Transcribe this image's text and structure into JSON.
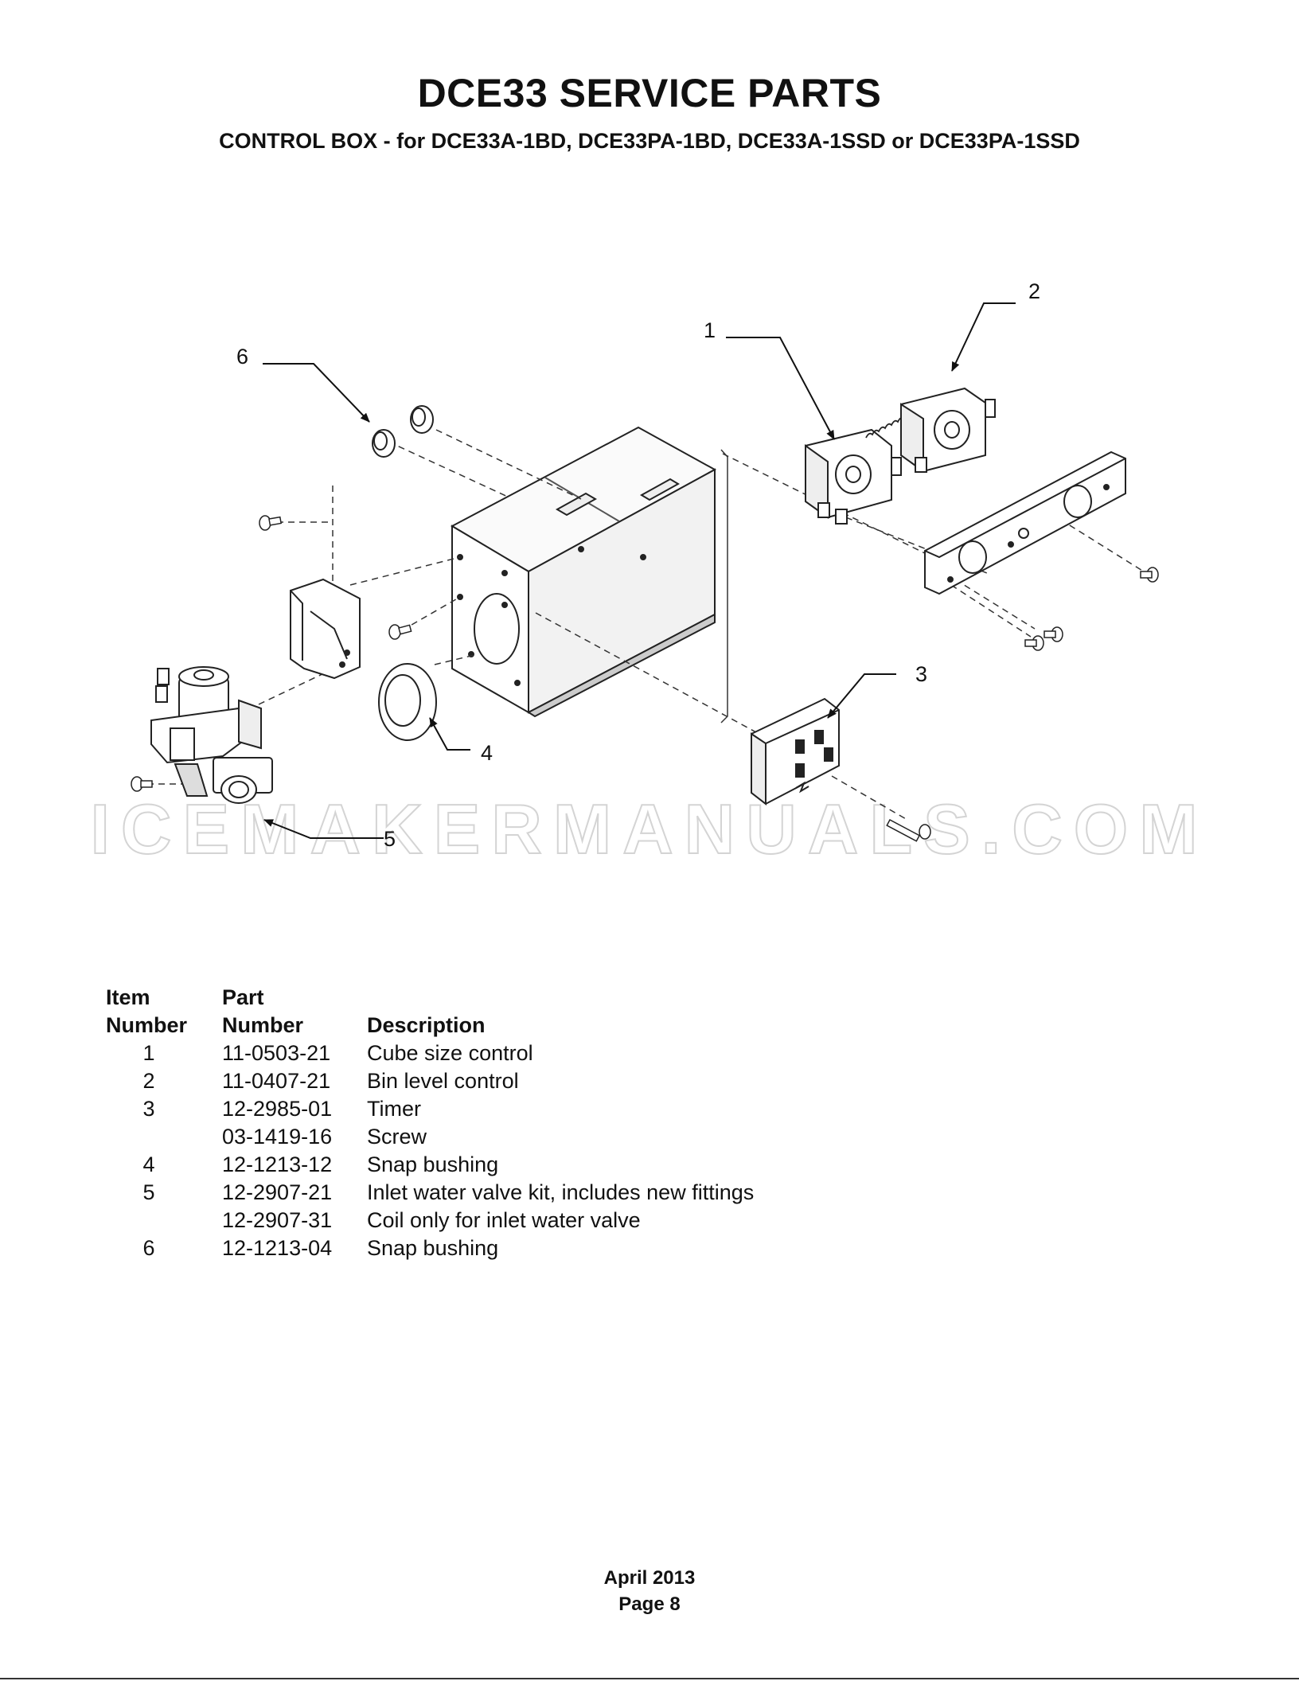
{
  "header": {
    "title": "DCE33 SERVICE PARTS",
    "subtitle": "CONTROL BOX - for DCE33A-1BD, DCE33PA-1BD, DCE33A-1SSD or DCE33PA-1SSD"
  },
  "diagram": {
    "callouts": [
      "1",
      "2",
      "3",
      "4",
      "5",
      "6"
    ],
    "watermark": "ICEMAKERMANUALS.COM"
  },
  "parts_list": {
    "headers": {
      "item_line1": "Item",
      "item_line2": "Number",
      "part_line1": "Part",
      "part_line2": "Number",
      "description": "Description"
    },
    "rows": [
      {
        "item": "1",
        "part": "11-0503-21",
        "description": "Cube size control"
      },
      {
        "item": "2",
        "part": "11-0407-21",
        "description": "Bin level control"
      },
      {
        "item": "3",
        "part": "12-2985-01",
        "description": "Timer"
      },
      {
        "item": "",
        "part": "03-1419-16",
        "description": "Screw"
      },
      {
        "item": "4",
        "part": "12-1213-12",
        "description": "Snap bushing"
      },
      {
        "item": "5",
        "part": "12-2907-21",
        "description": "Inlet water valve kit, includes new fittings"
      },
      {
        "item": "",
        "part": "12-2907-31",
        "description": "Coil only for inlet water valve"
      },
      {
        "item": "6",
        "part": "12-1213-04",
        "description": "Snap bushing"
      }
    ]
  },
  "footer": {
    "date": "April 2013",
    "page": "Page 8"
  }
}
